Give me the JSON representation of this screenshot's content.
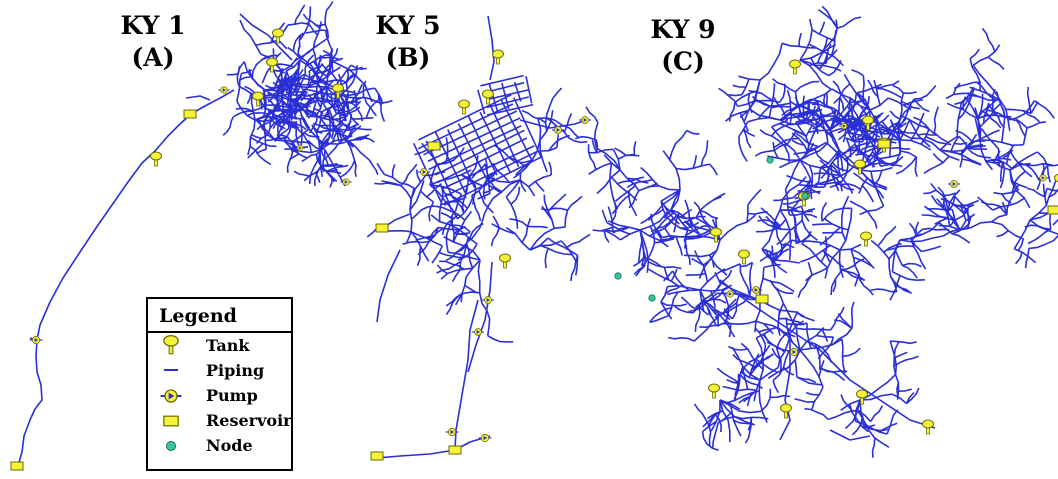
{
  "colors": {
    "pipe": "#2b2fd6",
    "symbol_fill": "#f6f23a",
    "symbol_stroke": "#6b6b00",
    "node_fill": "#35c6a0"
  },
  "panels": [
    {
      "id": "a",
      "name": "KY 1",
      "letter": "(A)"
    },
    {
      "id": "b",
      "name": "KY 5",
      "letter": "(B)"
    },
    {
      "id": "c",
      "name": "KY 9",
      "letter": "(C)"
    }
  ],
  "legend": {
    "title": "Legend",
    "items": [
      {
        "icon": "tank-icon",
        "label": "Tank"
      },
      {
        "icon": "piping-icon",
        "label": "Piping"
      },
      {
        "icon": "pump-icon",
        "label": "Pump"
      },
      {
        "icon": "reservoir-icon",
        "label": "Reservoir"
      },
      {
        "icon": "node-icon",
        "label": "Node"
      }
    ]
  }
}
